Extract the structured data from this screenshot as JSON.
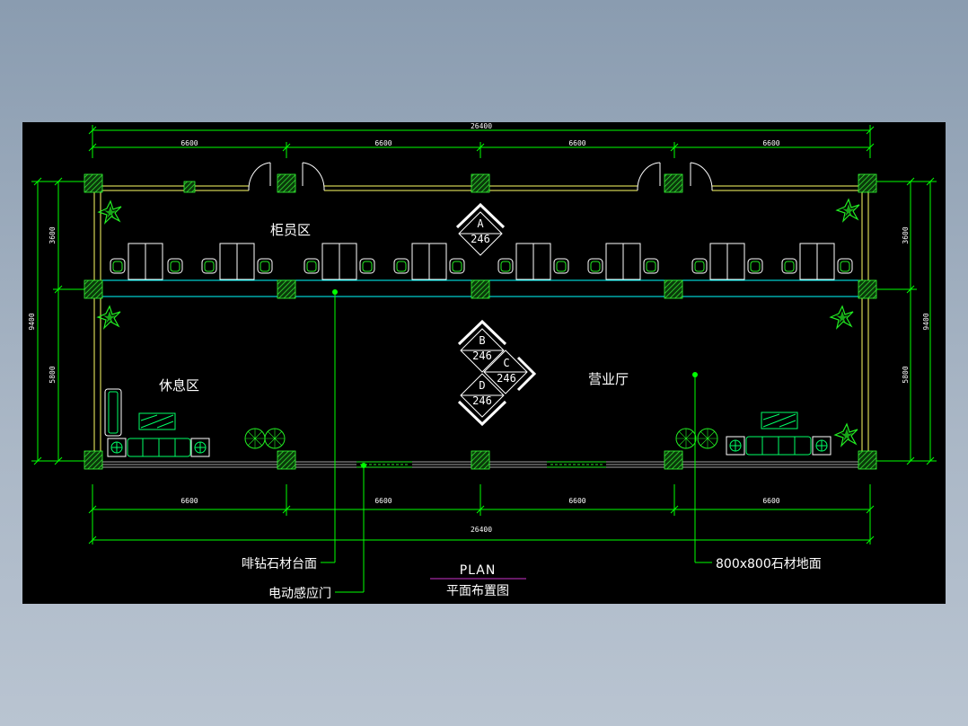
{
  "drawing": {
    "dimensions": {
      "overall_top": "26400",
      "overall_bottom": "26400",
      "segments_top": [
        "6600",
        "6600",
        "6600",
        "6600"
      ],
      "segments_bottom": [
        "6600",
        "6600",
        "6600",
        "6600"
      ],
      "left_overall": "9400",
      "left_parts": [
        "3600",
        "5800"
      ],
      "right_overall": "9400",
      "right_parts": [
        "3600",
        "5800"
      ]
    },
    "rooms": {
      "counter_area": "柜员区",
      "lounge_area": "休息区",
      "business_hall": "营业厅"
    },
    "section_markers": [
      {
        "letter": "A",
        "number": "246"
      },
      {
        "letter": "B",
        "number": "246"
      },
      {
        "letter": "C",
        "number": "246"
      },
      {
        "letter": "D",
        "number": "246"
      }
    ],
    "callouts": {
      "counter_top": "啡钻石材台面",
      "auto_door": "电动感应门",
      "floor": "800x800石材地面"
    },
    "title": {
      "main": "PLAN",
      "sub": "平面布置图"
    },
    "colors": {
      "background": "#000000",
      "dimension_lines": "#00ff00",
      "walls": "#ffff66",
      "counter_line": "#00ffff",
      "columns": "#00cc33",
      "title_underline": "#cc33cc"
    }
  }
}
